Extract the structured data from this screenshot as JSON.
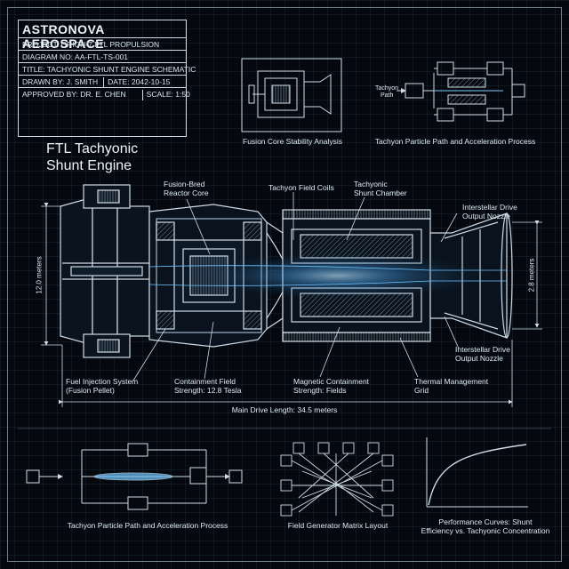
{
  "title_block": {
    "company": "ASTRONOVA AEROSPACE",
    "project": "PROJECT: ORION-7 FTL PROPULSION",
    "diagram_no": "DIAGRAM NO: AA-FTL-TS-001",
    "title": "TITLE: TACHYONIC SHUNT ENGINE SCHEMATIC",
    "drawn_by": "DRAWN BY: J. SMITH",
    "date": "DATE: 2042-10-15",
    "approved_by": "APPROVED BY: DR. E. CHEN",
    "scale": "SCALE: 1:50"
  },
  "main_title_line1": "FTL Tachyonic",
  "main_title_line2": "Shunt Engine",
  "thumbnails": {
    "fusion_core": "Fusion Core Stability Analysis",
    "tachyon_path_top": "Tachyon Particle Path and Acceleration Process",
    "tachyon_input_line1": "Tachyon",
    "tachyon_input_line2": "Path"
  },
  "labels": {
    "reactor_core_line1": "Fusion-Bred",
    "reactor_core_line2": "Reactor Core",
    "field_coils": "Tachyon Field Coils",
    "shunt_chamber_line1": "Tachyonic",
    "shunt_chamber_line2": "Shunt Chamber",
    "nozzle_top_line1": "Interstellar Drive",
    "nozzle_top_line2": "Output Nozzle",
    "nozzle_bottom_line1": "Interstellar Drive",
    "nozzle_bottom_line2": "Output Nozzle",
    "fuel_injection_line1": "Fuel Injection System",
    "fuel_injection_line2": "(Fusion Pellet)",
    "containment_line1": "Containment Field",
    "containment_line2": "Strength: 12.8 Tesla",
    "magnetic_line1": "Magnetic Containment",
    "magnetic_line2": "Strength: Fields",
    "thermal_line1": "Thermal Management",
    "thermal_line2": "Grid"
  },
  "dimensions": {
    "height": "12.0 meters",
    "nozzle_diameter": "2.8 meters",
    "length": "Main Drive Length: 34.5 meters"
  },
  "bottom_captions": {
    "tachyon_path": "Tachyon Particle Path and Acceleration Process",
    "matrix": "Field Generator Matrix Layout",
    "curves_line1": "Performance Curves: Shunt",
    "curves_line2": "Efficiency vs. Tachyonic Concentration"
  },
  "colors": {
    "background": "#05090f",
    "line": "#cfdbe6",
    "glow": "#6fc4ff"
  }
}
